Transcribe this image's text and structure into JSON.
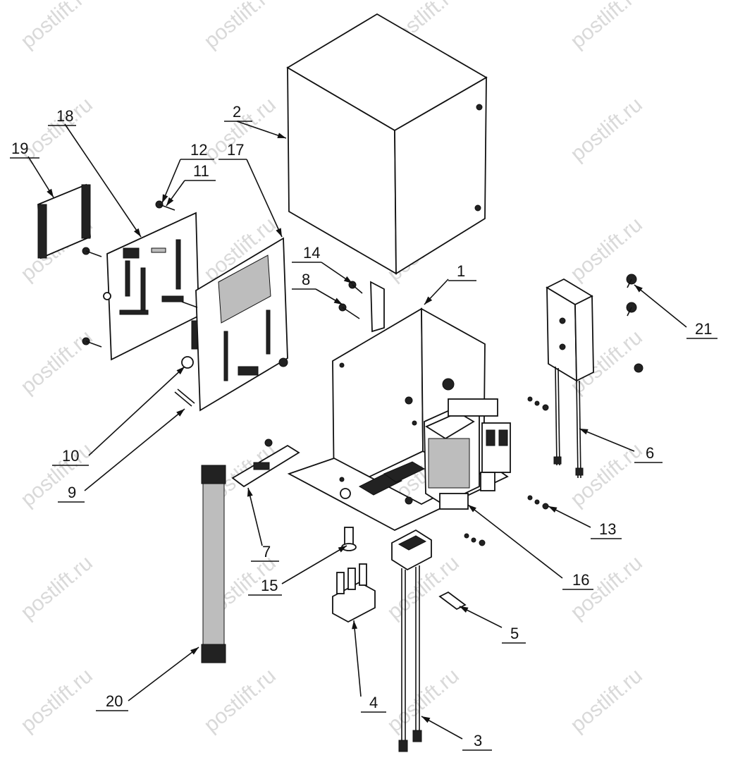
{
  "watermark": "postlift.ru",
  "callouts": [
    {
      "id": "c1",
      "label": "1"
    },
    {
      "id": "c2",
      "label": "2"
    },
    {
      "id": "c3",
      "label": "3"
    },
    {
      "id": "c4",
      "label": "4"
    },
    {
      "id": "c5",
      "label": "5"
    },
    {
      "id": "c6",
      "label": "6"
    },
    {
      "id": "c7",
      "label": "7"
    },
    {
      "id": "c8",
      "label": "8"
    },
    {
      "id": "c9",
      "label": "9"
    },
    {
      "id": "c10",
      "label": "10"
    },
    {
      "id": "c11",
      "label": "11"
    },
    {
      "id": "c12",
      "label": "12"
    },
    {
      "id": "c13",
      "label": "13"
    },
    {
      "id": "c14",
      "label": "14"
    },
    {
      "id": "c15",
      "label": "15"
    },
    {
      "id": "c16",
      "label": "16"
    },
    {
      "id": "c17",
      "label": "17"
    },
    {
      "id": "c18",
      "label": "18"
    },
    {
      "id": "c19",
      "label": "19"
    },
    {
      "id": "c20",
      "label": "20"
    },
    {
      "id": "c21",
      "label": "21"
    }
  ]
}
